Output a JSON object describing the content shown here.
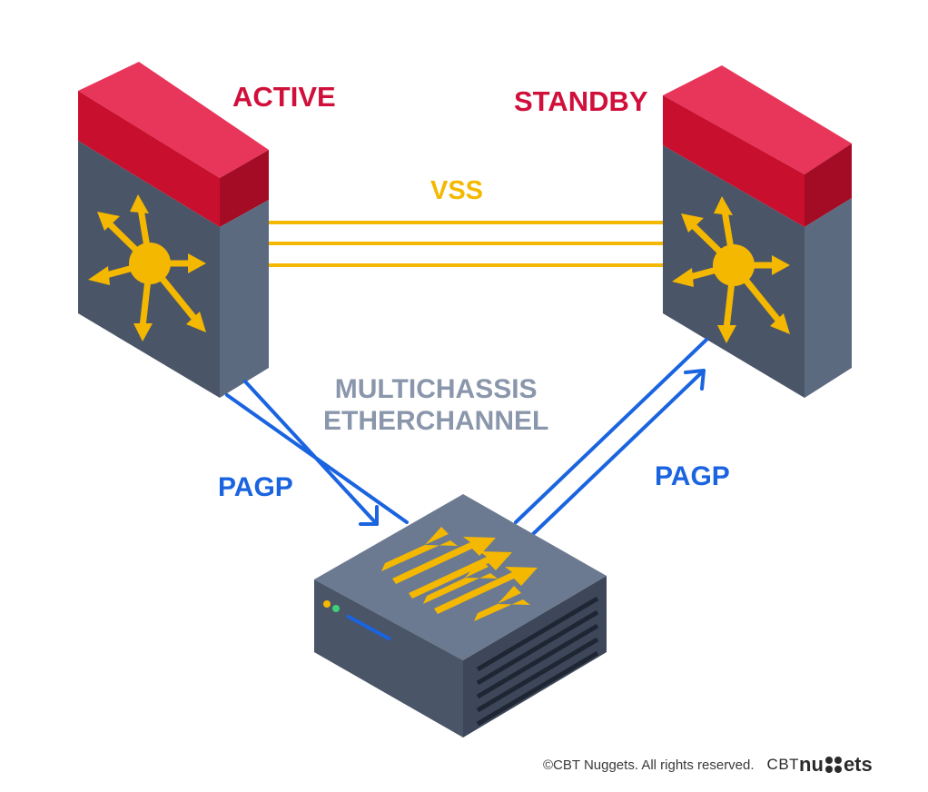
{
  "labels": {
    "active": "ACTIVE",
    "standby": "STANDBY",
    "vss": "VSS",
    "multichassis_line1": "MULTICHASSIS",
    "multichassis_line2": "ETHERCHANNEL",
    "pagp_left": "PAGP",
    "pagp_right": "PAGP"
  },
  "footer": {
    "copyright": "©CBT Nuggets. All rights reserved.",
    "brand_prefix": "CBT",
    "brand_part1": "nu",
    "brand_part2": "ets"
  },
  "colors": {
    "active_label": "#d0103a",
    "standby_label": "#d0103a",
    "vss_label": "#f5b800",
    "multichassis_label": "#8a96ab",
    "pagp_label": "#1a64e0",
    "switch_top_red": "#e0324f",
    "switch_front_red": "#c8102e",
    "switch_body": "#4a5568",
    "switch_side": "#5c6a80",
    "switch_icon": "#f5b800",
    "vss_link": "#f5b800",
    "pagp_link": "#1a64e0",
    "access_top": "#6b7a90",
    "access_front": "#4a5568"
  },
  "icons": {
    "core_switch": "layer3-switch-icon",
    "access_switch": "layer2-switch-icon"
  }
}
